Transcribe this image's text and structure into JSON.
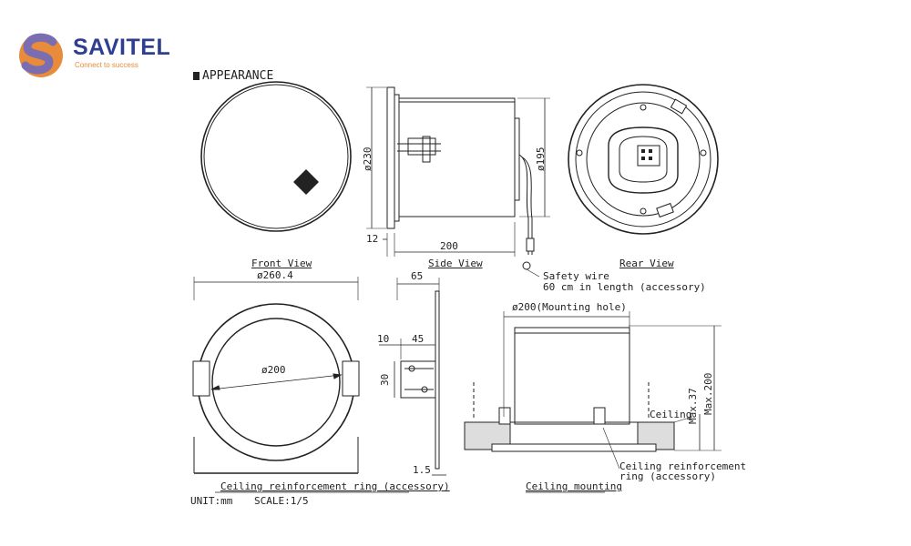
{
  "brand": {
    "name": "SAVITEL",
    "tagline": "Connect to success",
    "colors": {
      "primary": "#2f3f8f",
      "accent": "#e88b3a"
    }
  },
  "section_title": "APPEARANCE",
  "views": {
    "front": "Front View",
    "side": "Side View",
    "rear": "Rear View",
    "ring": "Ceiling reinforcement ring (accessory)",
    "mounting": "Ceiling mounting"
  },
  "dims": {
    "d230": "ø230",
    "d195": "ø195",
    "d12": "12",
    "d200": "200",
    "d260": "ø260.4",
    "d200ring": "ø200",
    "d65": "65",
    "d10": "10",
    "d45": "45",
    "d30": "30",
    "d15": "1.5",
    "mount_hole": "ø200(Mounting hole)",
    "max37": "Max.37",
    "max200": "Max.200"
  },
  "notes": {
    "safety1": "Safety wire",
    "safety2": "60 cm in length (accessory)",
    "ceiling": "Ceiling",
    "crr1": "Ceiling reinforcement",
    "crr2": "ring (accessory)",
    "unit": "UNIT:mm",
    "scale": "SCALE:1/5"
  }
}
